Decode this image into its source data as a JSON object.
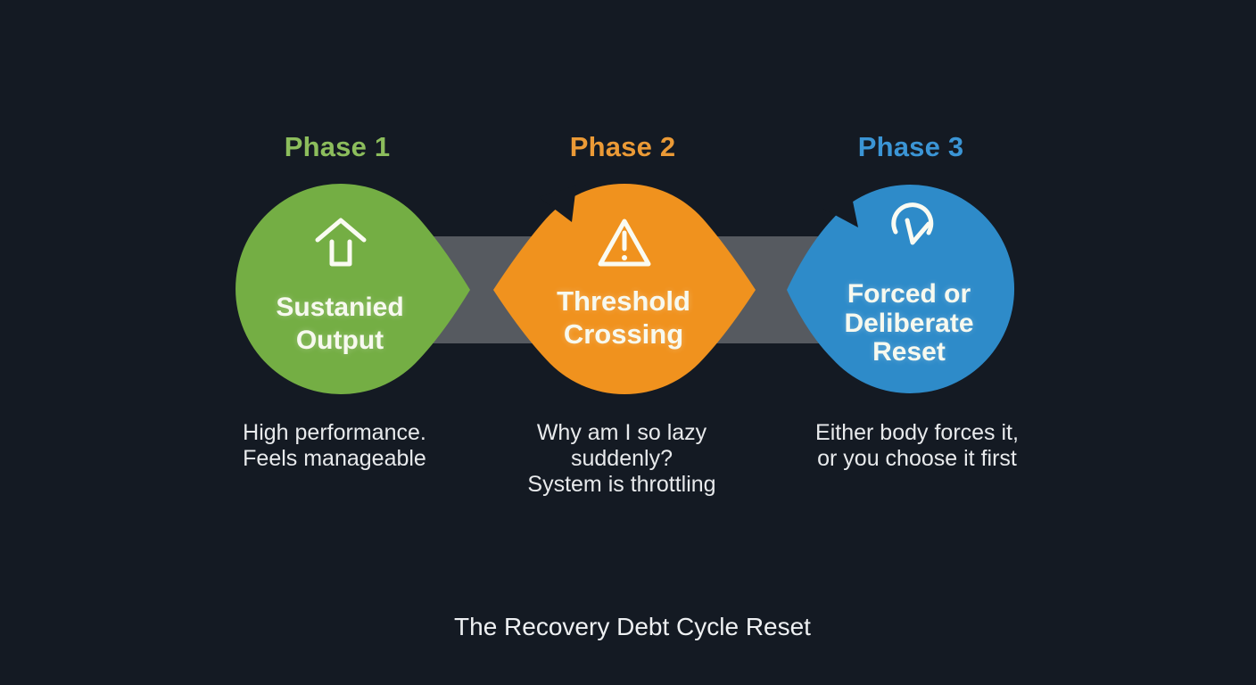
{
  "title": "The Recovery Debt Cycle Reset",
  "colors": {
    "background": "#141a23",
    "band": "#565a60",
    "phase1": "#74ae44",
    "phase2": "#f0921e",
    "phase3": "#2e8bc9",
    "phase1_label": "#8cbd5c",
    "phase2_label": "#eb9a36",
    "phase3_label": "#3b95d5",
    "bubble_text": "#f7f9ef",
    "caption_text": "#e8eaec",
    "title_text": "#eef0f2",
    "icon_stroke": "#fafbf2"
  },
  "phases": [
    {
      "label": "Phase 1",
      "icon": "up-arrow-icon",
      "bubble": "Sustanied\nOutput",
      "caption": "High performance.\nFeels manageable"
    },
    {
      "label": "Phase 2",
      "icon": "warning-triangle-icon",
      "bubble": "Threshold\nCrossing",
      "caption": "Why am I so lazy\nsuddenly?\nSystem is throttling"
    },
    {
      "label": "Phase 3",
      "icon": "reset-clock-icon",
      "bubble": "Forced or\nDeliberate\nReset",
      "caption": "Either body forces it,\nor you choose it first"
    }
  ]
}
